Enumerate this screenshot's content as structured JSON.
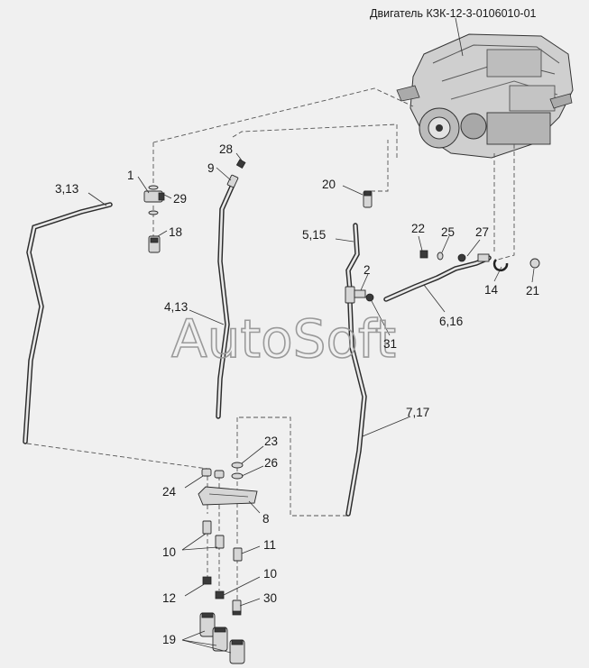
{
  "header": {
    "engine_label": "Двигатель КЗК-12-3-0106010-01"
  },
  "watermark": "AutoSoft",
  "callouts": [
    "1",
    "29",
    "18",
    "28",
    "9",
    "3,13",
    "20",
    "5,15",
    "22",
    "25",
    "27",
    "2",
    "14",
    "21",
    "4,13",
    "31",
    "6,16",
    "7,17",
    "23",
    "26",
    "24",
    "8",
    "10",
    "11",
    "10",
    "12",
    "30",
    "19"
  ]
}
